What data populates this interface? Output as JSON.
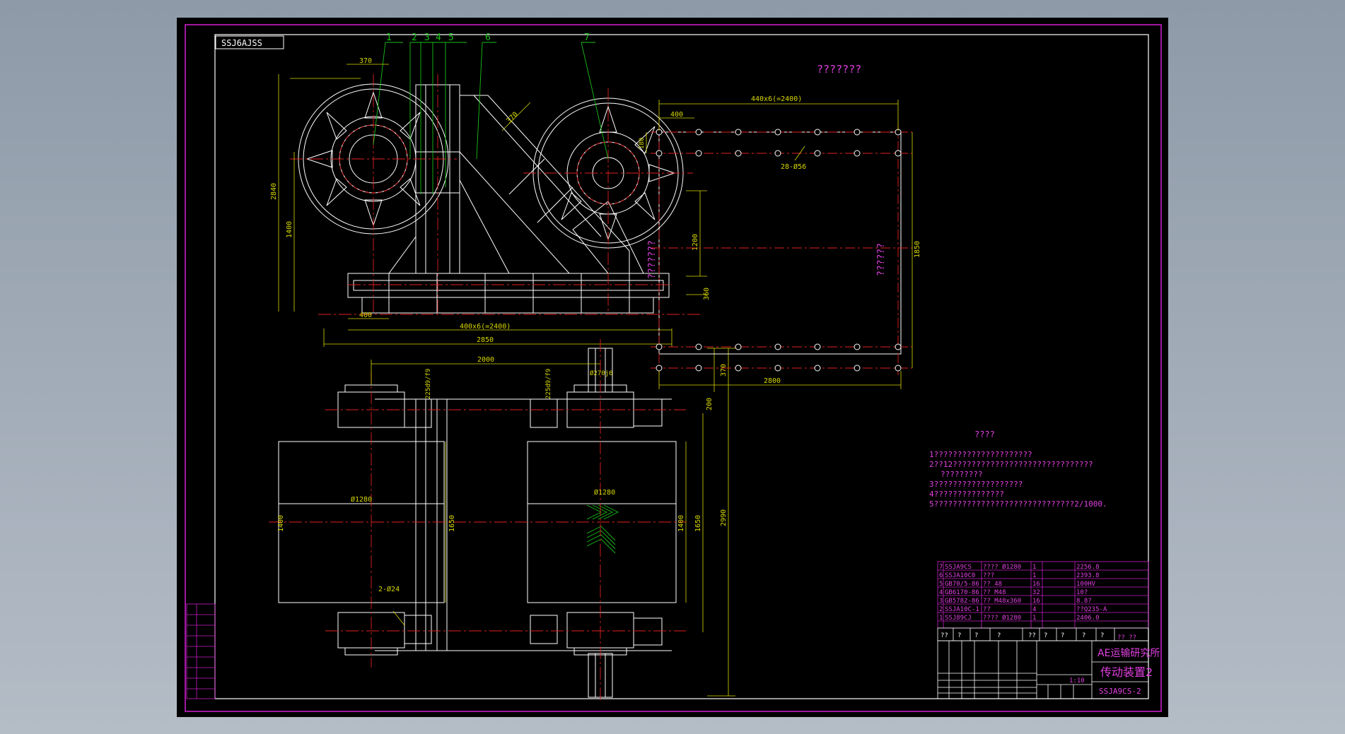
{
  "colors": {
    "border": "#c71ec7",
    "frame": "#ffffff",
    "dim": "#d8d800",
    "center": "#e02020",
    "leader": "#18c018",
    "text_magenta": "#e040e0",
    "text_yellow": "#e8e800"
  },
  "drawing_no_box": "SSJ6AJSS",
  "balloons": [
    "1",
    "2",
    "3",
    "4",
    "5",
    "6",
    "7"
  ],
  "front_view_dims": {
    "top_370": "370",
    "angle_370": "370",
    "h_2840": "2840",
    "h_1400": "1400",
    "h_1200": "1200",
    "h_360": "360",
    "w_400": "400",
    "w_400x6": "400x6(=2400)",
    "w_2850": "2850"
  },
  "plan_view_dims": {
    "w_2000": "2000",
    "shaft_left": "225d9/f9",
    "shaft_right": "225d9/f9",
    "shaft_dia": "Ø270j6",
    "h_370": "370",
    "h_200": "200",
    "h_2990": "2990",
    "drum_left": "Ø1280",
    "drum_right": "Ø1280",
    "h1400_left": "1400",
    "h1650_left": "1650",
    "h1400_right": "1400",
    "h1650_right": "1650",
    "holes": "2-Ø24"
  },
  "foundation": {
    "title": "???????",
    "top_dim": "440x6(=2400)",
    "dim_400": "400",
    "dim_180": "180",
    "holes": "28-Ø56",
    "side_label_left": "???????",
    "side_label_mid": "??????",
    "dim_1850": "1850",
    "dim_2800": "2800"
  },
  "notes": {
    "title": "????",
    "lines": [
      "1?????????????????????",
      "2??12??????????????????????????????",
      "?????????",
      "3???????????????????",
      "4???????????????",
      "5??????????????????????????????2/1000."
    ]
  },
  "bom": [
    {
      "c1": "7",
      "c2": "SSJA9CS",
      "c3": "???? Ø1280",
      "c4": "1",
      "c5": "2256.8"
    },
    {
      "c1": "6",
      "c2": "SSJA10C0",
      "c3": "???",
      "c4": "1",
      "c5": "2393.8"
    },
    {
      "c1": "5",
      "c2": "GB70/5-86",
      "c3": "?? 48",
      "c4": "16",
      "c5": "100HV"
    },
    {
      "c1": "4",
      "c2": "GB6170-86",
      "c3": "?? M48",
      "c4": "32",
      "c5": "10?"
    },
    {
      "c1": "3",
      "c2": "GB5782-86",
      "c3": "?? M48x360",
      "c4": "16",
      "c5": "8.8?"
    },
    {
      "c1": "2",
      "c2": "SSJA10C-1",
      "c3": "??",
      "c4": "4",
      "c5": "??Q235-A"
    },
    {
      "c1": "1",
      "c2": "SSJ89CJ",
      "c3": "???? Ø1280",
      "c4": "1",
      "c5": "2406.0"
    }
  ],
  "title_block": {
    "header_marks": [
      "??",
      "?",
      "?",
      "?",
      "??",
      "?",
      "?",
      "?",
      "?"
    ],
    "institute": "AE运输研究所",
    "drawing_name": "传动装置2",
    "drawing_no": "SSJA9CS-2",
    "scale": "1:10",
    "qq": "?? ??"
  }
}
